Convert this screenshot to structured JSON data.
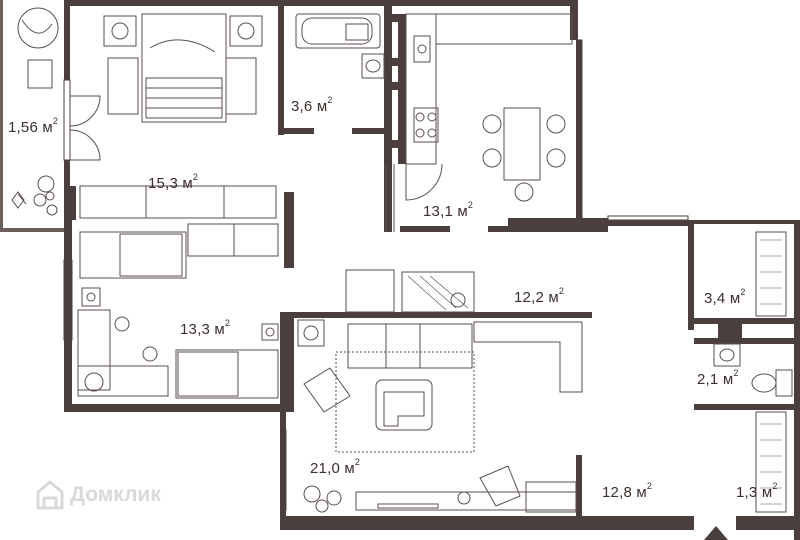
{
  "rooms": [
    {
      "id": "balcony",
      "area": "1,56 м",
      "sup": "2"
    },
    {
      "id": "bedroom",
      "area": "15,3 м",
      "sup": "2"
    },
    {
      "id": "bathroom",
      "area": "3,6 м",
      "sup": "2"
    },
    {
      "id": "kitchen",
      "area": "13,1 м",
      "sup": "2"
    },
    {
      "id": "hall",
      "area": "12,2 м",
      "sup": "2"
    },
    {
      "id": "kids-room",
      "area": "13,3 м",
      "sup": "2"
    },
    {
      "id": "storage",
      "area": "3,4 м",
      "sup": "2"
    },
    {
      "id": "wc",
      "area": "2,1 м",
      "sup": "2"
    },
    {
      "id": "living-room",
      "area": "21,0 м",
      "sup": "2"
    },
    {
      "id": "corridor",
      "area": "12,8 м",
      "sup": "2"
    },
    {
      "id": "closet",
      "area": "1,3 м",
      "sup": "2"
    }
  ],
  "watermark": {
    "text": "Домклик"
  },
  "colors": {
    "wall": "#4a3f3c",
    "furniture": "#5a4f4c",
    "label": "#3b2f2c",
    "watermark": "#d9d9d9"
  }
}
